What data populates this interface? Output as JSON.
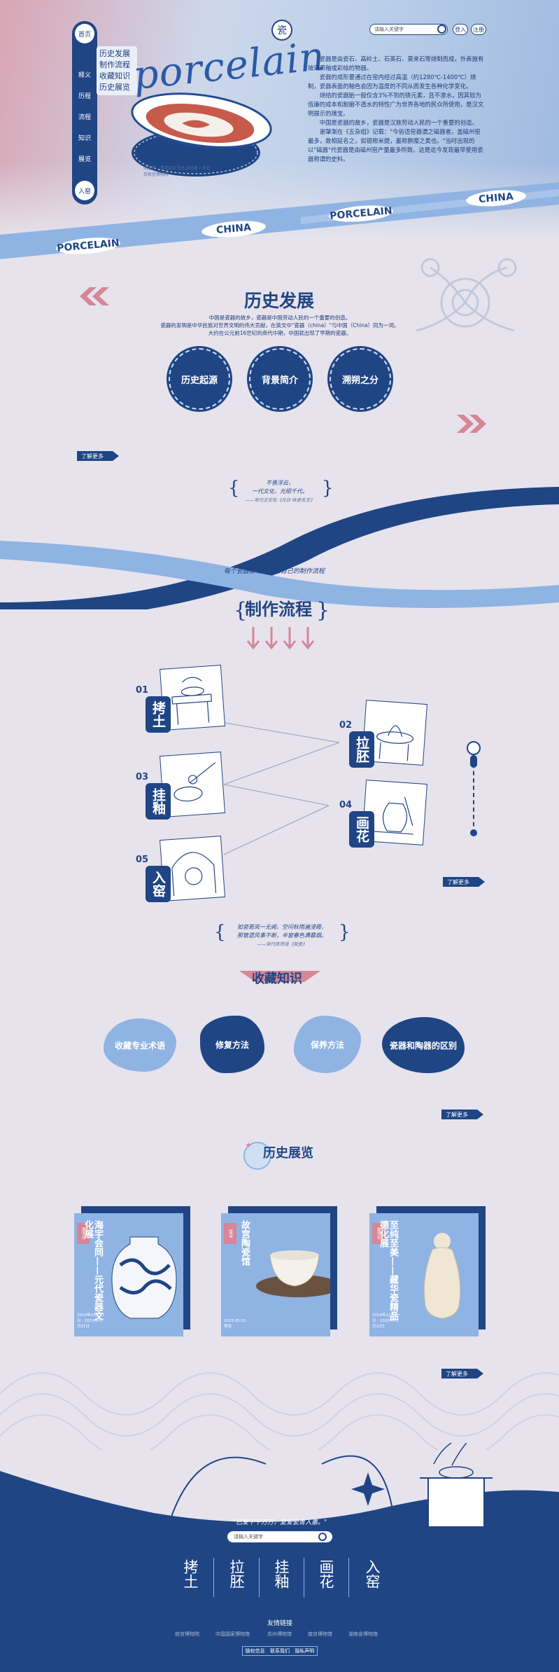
{
  "header": {
    "search_placeholder": "请输入关键字",
    "login": "登入",
    "register": "注册",
    "logo_glyph": "瓷"
  },
  "side_nav": {
    "items": [
      "首页",
      "释义",
      "历程",
      "流程",
      "知识",
      "展览",
      "入窑"
    ],
    "links": [
      "历史发展",
      "制作流程",
      "收藏知识",
      "历史展览"
    ]
  },
  "hero": {
    "script_title": "porcelain",
    "caption": "明宣德 · 青花红彩海水龙纹盘 / 于北京故宫博物院",
    "intro": [
      "瓷器是由瓷石、高岭土、石英石、莫来石等烧制而成，外表施有玻璃质釉或彩绘的物器。",
      "瓷器的成形要通过在窑内经过高温（约1280℃-1400℃）烧制，瓷器表面的釉色会因为温度的不同从而发生各种化学变化。",
      "烧结的瓷器胎一般仅含3%不到的铁元素，且不渗水，因其较为低廉的成本和耐磨不透水的特性广为世界各地的民众所使用，是汉文明展示的瑰宝。",
      "中国是瓷器的故乡，瓷器是汉族劳动人民的一个重要的创造。",
      "谢肇淛在《五杂组》记载：\"今俗语窑器谓之磁器者，盖磁州窑最多，故相延名之，如银称米提，墨称腴糜之类也。\"当时出现的以\"磁器\"代瓷器是由磁州窑产量最多所致。这是迄今发现最早使用瓷器称谓的史料。"
    ],
    "band_words": [
      "PORCELAIN",
      "CHINA",
      "PORCELAIN",
      "CHINA"
    ]
  },
  "history": {
    "title": "历史发展",
    "text": [
      "中国是瓷器的故乡，瓷器是中国劳动人民的一个重要的创造。",
      "瓷器的发明是中华民族对世界文明的伟大贡献，在英文中\"瓷器（china）\"与中国（China）同为一词。",
      "大约在公元前16世纪的商代中期，中国就出现了早期的瓷器。"
    ],
    "circles": [
      "历史起源",
      "背景简介",
      "溯朔之分"
    ],
    "more": "了解更多",
    "quote_lines": [
      "不畏浮云，",
      "一代文化，光昭千代。"
    ],
    "quote_author": "——宋代王安石《元日·咏瓷名言》"
  },
  "process": {
    "band_text": "每个瓷器都有属于它自己的制作流程",
    "title": "制作流程",
    "steps": [
      {
        "num": "01",
        "name": "拷土"
      },
      {
        "num": "02",
        "name": "拉胚"
      },
      {
        "num": "03",
        "name": "挂釉"
      },
      {
        "num": "04",
        "name": "画花"
      },
      {
        "num": "05",
        "name": "入窑"
      }
    ],
    "more": "了解更多",
    "quote_lines": [
      "如瓷若岚一无阙，空问秋雨遍浸霞，",
      "那管遗风事不断，半窗春色满暮烟。"
    ],
    "quote_author": "——宋代陈师道《赋瓷》"
  },
  "collect": {
    "title": "收藏知识",
    "items": [
      "收藏专业术语",
      "修复方法",
      "保养方法",
      "瓷器和陶器的区别"
    ],
    "more": "了解更多"
  },
  "exhibit": {
    "title": "历史展览",
    "cards": [
      {
        "title": "海宇会同——元代瓷器文化展",
        "tag": "展览中",
        "date": "2019年03月21日 - 2019年07月21日"
      },
      {
        "title": "故宫陶瓷馆",
        "tag": "常设",
        "date": "2015.05.01 - 常设"
      },
      {
        "title": "至纯至美——藏华瓷精品德化展",
        "tag": "展览中",
        "date": "2019年12月10日 - 2020年03月10日"
      }
    ],
    "more": "了解更多"
  },
  "footer": {
    "quote": "\"已爱千千万万，复爱瓷青入墨。\"",
    "search_placeholder": "请输入关键字",
    "crafts": [
      "拷土",
      "拉胚",
      "挂釉",
      "画花",
      "入窑"
    ],
    "friends_title": "友情链接",
    "friends": [
      "故宫博物院",
      "中国国家博物馆",
      "苏州博物馆",
      "南京博物馆",
      "湖南省博物馆"
    ],
    "bottom": [
      "版权信息",
      "联系我们",
      "隐私声明"
    ]
  },
  "colors": {
    "primary": "#1f4585",
    "light": "#8fb3e3",
    "accent": "#d68696",
    "bg": "#e6e3ec"
  }
}
